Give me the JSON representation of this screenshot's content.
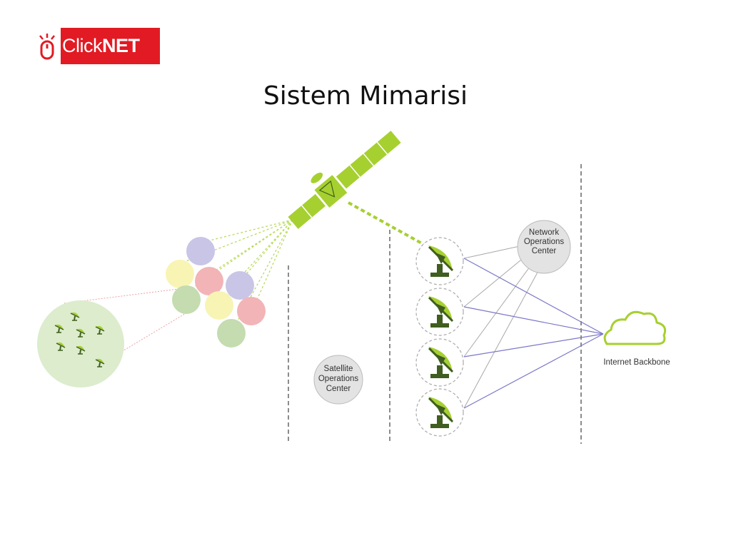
{
  "logo": {
    "prefix": "Click",
    "suffix": "NET",
    "color": "#e21a23"
  },
  "title": "Sistem Mimarisi",
  "labels": {
    "satellite_ops": [
      "Satellite",
      "Operations",
      "Center"
    ],
    "network_ops": [
      "Network",
      "Operations",
      "Center"
    ],
    "internet_backbone": "Internet Backbone"
  },
  "colors": {
    "satellite_green": "#a6d030",
    "dark_green": "#3f5e1f",
    "beam_purple": "#c9c5e6",
    "beam_yellow": "#f8f4b4",
    "beam_pink": "#f2b4b6",
    "beam_green": "#c4dcaf",
    "link_purple": "#7c78c8",
    "link_gray": "#a8a8a8"
  }
}
